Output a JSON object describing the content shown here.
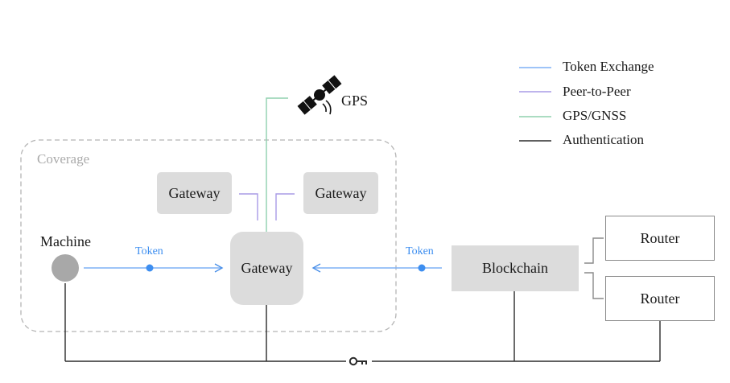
{
  "legend": {
    "items": [
      {
        "label": "Token Exchange",
        "color": "#7fb0f5"
      },
      {
        "label": "Peer-to-Peer",
        "color": "#a99be6"
      },
      {
        "label": "GPS/GNSS",
        "color": "#8fd0ae"
      },
      {
        "label": "Authentication",
        "color": "#2b2b2b"
      }
    ]
  },
  "nodes": {
    "gps": "GPS",
    "coverage": "Coverage",
    "gateway_left": "Gateway",
    "gateway_right": "Gateway",
    "gateway_main": "Gateway",
    "machine": "Machine",
    "blockchain": "Blockchain",
    "router_top": "Router",
    "router_bottom": "Router"
  },
  "edges": {
    "token_left": "Token",
    "token_right": "Token"
  },
  "colors": {
    "token": "#3d8ef0",
    "node_fill": "#dcdcdc",
    "machine_fill": "#a8a8a8",
    "coverage_border": "#b5b5b5",
    "auth_line": "#2b2b2b"
  }
}
